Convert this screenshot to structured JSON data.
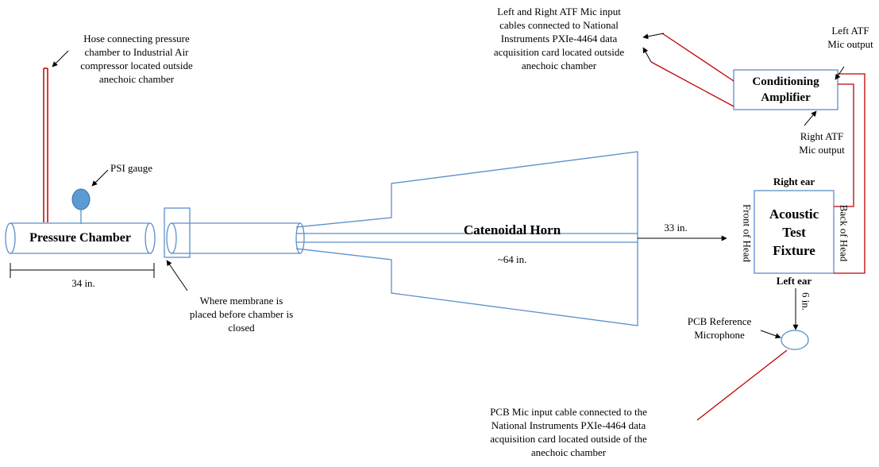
{
  "labels": {
    "hose_line1": "Hose connecting pressure",
    "hose_line2": "chamber to Industrial Air",
    "hose_line3": "compressor located outside",
    "hose_line4": "anechoic chamber",
    "psi_gauge": "PSI gauge",
    "pressure_chamber": "Pressure Chamber",
    "dim_34": "34 in.",
    "membrane_line1": "Where membrane is",
    "membrane_line2": "placed before chamber is",
    "membrane_line3": "closed",
    "horn": "Catenoidal Horn",
    "dim_64": "~64 in.",
    "dim_33": "33 in.",
    "atf_cables_line1": "Left and Right ATF Mic input",
    "atf_cables_line2": "cables connected to National",
    "atf_cables_line3": "Instruments PXIe-4464 data",
    "atf_cables_line4": "acquisition card located outside",
    "atf_cables_line5": "anechoic chamber",
    "left_atf_line1": "Left ATF",
    "left_atf_line2": "Mic output",
    "amp_line1": "Conditioning",
    "amp_line2": "Amplifier",
    "right_atf_line1": "Right ATF",
    "right_atf_line2": "Mic output",
    "right_ear": "Right ear",
    "left_ear": "Left ear",
    "atf_line1": "Acoustic",
    "atf_line2": "Test",
    "atf_line3": "Fixture",
    "front_of_head": "Front of Head",
    "back_of_head": "Back of Head",
    "dim_6": "6 in.",
    "pcb_ref_line1": "PCB Reference",
    "pcb_ref_line2": "Microphone",
    "pcb_cable_line1": "PCB Mic input cable connected to the",
    "pcb_cable_line2": "National Instruments PXIe-4464 data",
    "pcb_cable_line3": "acquisition card located outside of the",
    "pcb_cable_line4": "anechoic chamber"
  },
  "colors": {
    "outline_blue": "#5b8fc9",
    "gauge_fill": "#5b9bd5",
    "cable_red": "#c00000",
    "line_black": "#000000"
  }
}
